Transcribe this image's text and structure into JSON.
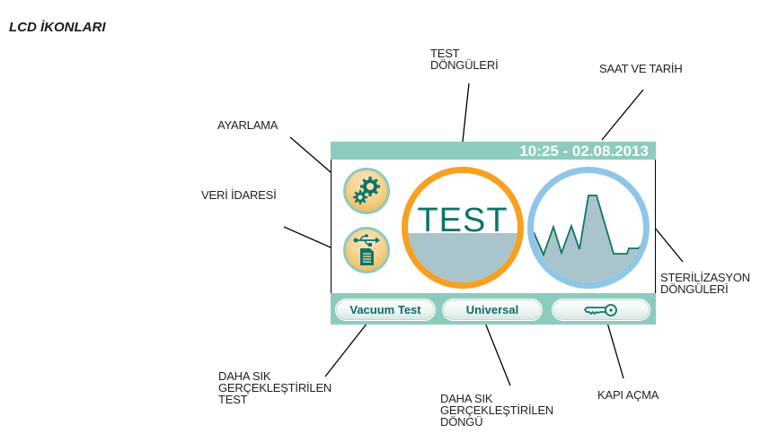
{
  "page": {
    "title": "LCD İKONLARI"
  },
  "lcd": {
    "datetime": "10:25 - 02.08.2013",
    "test_cycle_text": "TEST",
    "test_fill_fraction": 0.45,
    "buttons": {
      "frequent_test": "Vacuum Test",
      "frequent_cycle": "Universal",
      "door_open_icon": "key-icon"
    },
    "icons": {
      "settings": "gears-icon",
      "data_management": "usb-document-icon"
    },
    "colors": {
      "bar": "#8ccbbd",
      "test_ring": "#f7a021",
      "steril_ring": "#8ec6e8",
      "accent_text": "#0f7468",
      "fill": "#a9c4ca"
    }
  },
  "callouts": {
    "settings": "AYARLAMA",
    "data_management": "VERİ İDARESİ",
    "test_cycles": [
      "TEST",
      "DÖNGÜLERİ"
    ],
    "datetime": "SAAT VE TARİH",
    "sterilization_cycles": [
      "STERİLİZASYON",
      "DÖNGÜLERİ"
    ],
    "frequent_test": [
      "DAHA SIK",
      "GERÇEKLEŞTİRİLEN",
      "TEST"
    ],
    "frequent_cycle": [
      "DAHA SIK",
      "GERÇEKLEŞTİRİLEN",
      "DÖNGÜ"
    ],
    "door_open": "KAPI AÇMA"
  }
}
